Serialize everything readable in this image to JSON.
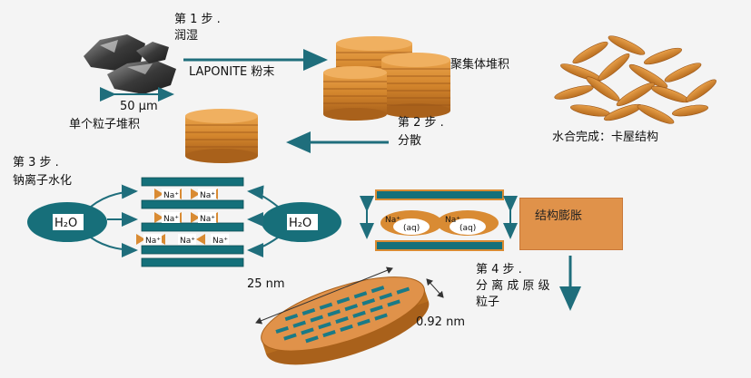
{
  "labels": {
    "step1": "第 1 步 .",
    "step1_sub": "润湿",
    "powder": "LAPONITE 粉末",
    "aggregate": "聚集体堆积",
    "scale_50um": "50 µm",
    "single_stack": "单个粒子堆积",
    "step2": "第 2 步 .",
    "step2_sub": "分散",
    "hydration": "水合完成：卡屋结构",
    "step3": "第 3 步 .",
    "step3_sub": "钠离子水化",
    "h2o_left": "H₂O",
    "h2o_right": "H₂O",
    "na_ion": "Na⁺",
    "aq": "(aq)",
    "swelling": "结构膨胀",
    "step4": "第 4 步 .",
    "step4_sub1": "分 离 成 原 级",
    "step4_sub2": "粒子",
    "size_25nm": "25 nm",
    "size_092nm": "0.92 nm"
  },
  "colors": {
    "clay_orange": "#d98b33",
    "clay_dark": "#a85a14",
    "layer_teal": "#14707a",
    "arrow_teal": "#1f6e7c",
    "h2o_fill": "#176f7a",
    "swell_box": "#e0924a"
  }
}
